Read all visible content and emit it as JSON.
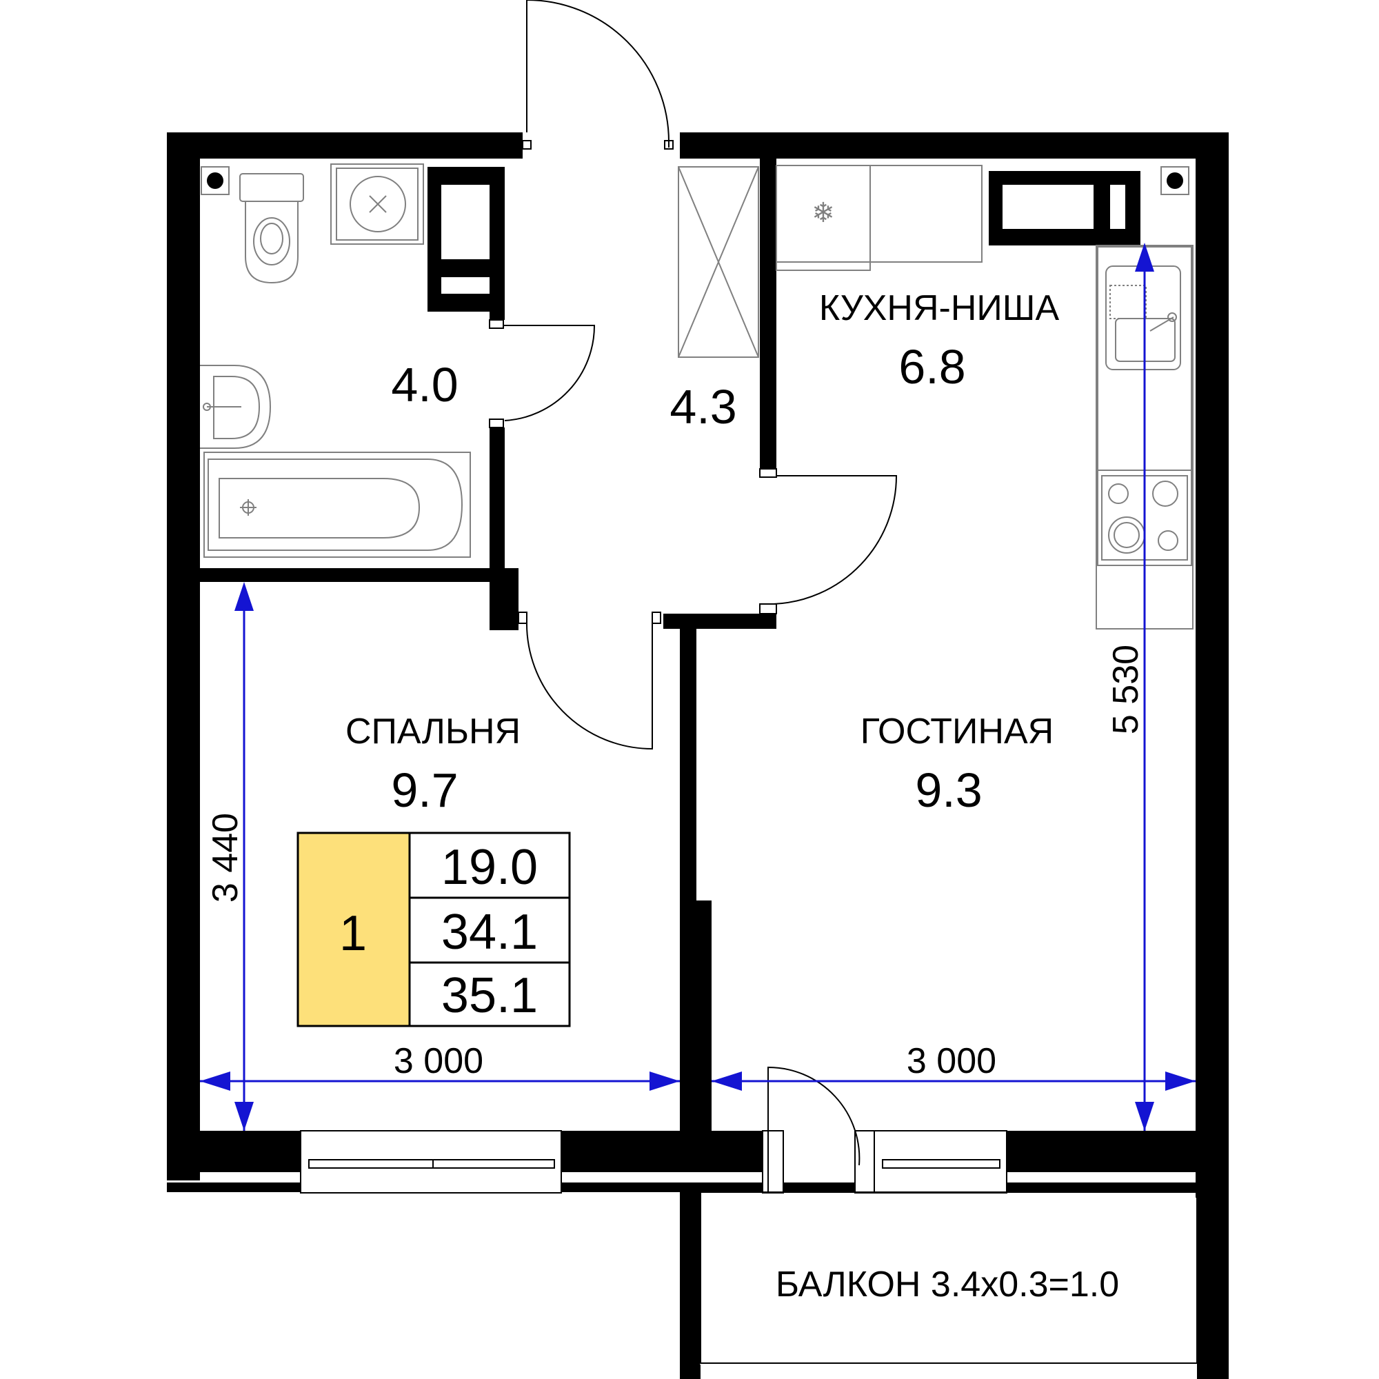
{
  "rooms": {
    "bathroom": {
      "area": "4.0"
    },
    "hall": {
      "area": "4.3"
    },
    "kitchen": {
      "name": "КУХНЯ-НИША",
      "area": "6.8"
    },
    "bedroom": {
      "name": "СПАЛЬНЯ",
      "area": "9.7"
    },
    "living": {
      "name": "ГОСТИНАЯ",
      "area": "9.3"
    }
  },
  "balcony": {
    "label": "БАЛКОН 3.4х0.3=1.0"
  },
  "dimensions": {
    "bedroom_height": "3 440",
    "living_height": "5 530",
    "bedroom_width": "3 000",
    "living_width": "3 000"
  },
  "summary": {
    "rooms_count": "1",
    "living_area": "19.0",
    "total_area": "34.1",
    "total_with_balcony": "35.1"
  },
  "colors": {
    "wall": "#000000",
    "dimension_arrows": "#1414d2",
    "summary_highlight": "#fde07a",
    "fixtures": "#808080"
  }
}
